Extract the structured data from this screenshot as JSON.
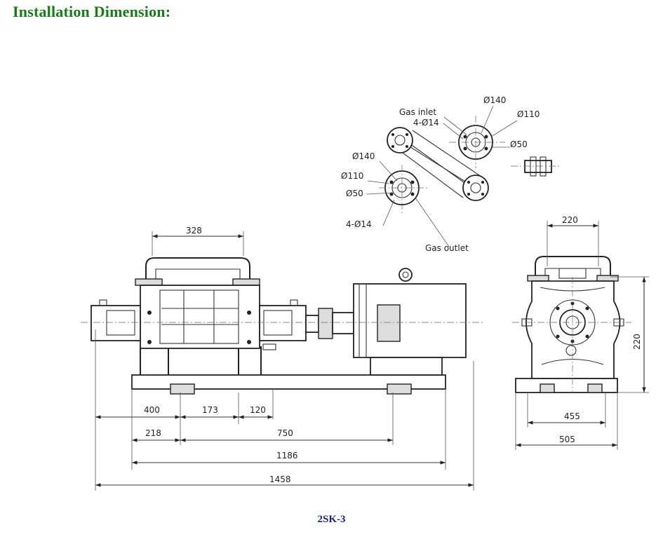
{
  "title": "Installation Dimension:",
  "model": "2SK-3",
  "flange_labels": {
    "gas_inlet": "Gas inlet",
    "gas_outlet": "Gas outlet",
    "inlet_bolts": "4-Ø14",
    "inlet_d140": "Ø140",
    "inlet_d110": "Ø110",
    "inlet_d50": "Ø50",
    "outlet_d140": "Ø140",
    "outlet_d110": "Ø110",
    "outlet_d50": "Ø50",
    "outlet_bolts": "4-Ø14"
  },
  "front_view": {
    "d328": "328",
    "d400": "400",
    "d173": "173",
    "d120": "120",
    "d218": "218",
    "d750": "750",
    "d1186": "1186",
    "d1458": "1458"
  },
  "side_view": {
    "d220_top": "220",
    "d220_right": "220",
    "d455": "455",
    "d505": "505"
  }
}
